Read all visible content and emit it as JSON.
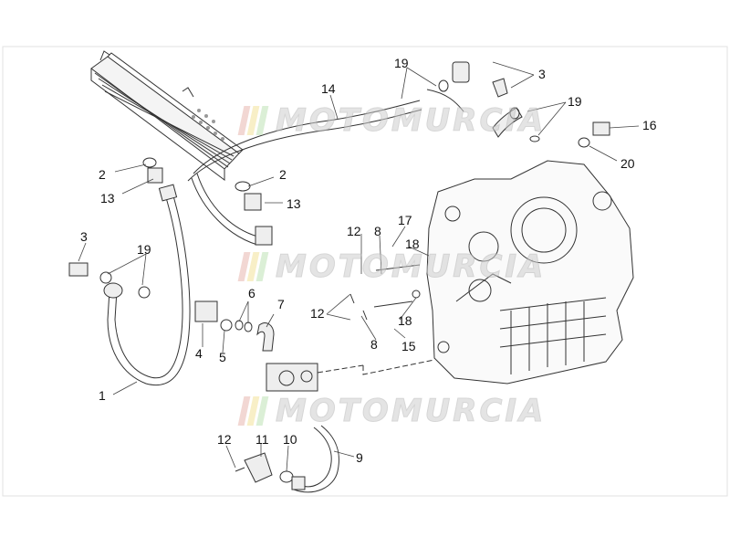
{
  "watermark": {
    "text": "MOTOMURCIA",
    "stripe_colors": [
      "#e8b8b0",
      "#f3e39a",
      "#bfe3b5"
    ]
  },
  "callouts": [
    {
      "id": "c19a",
      "label": "19"
    },
    {
      "id": "c3a",
      "label": "3"
    },
    {
      "id": "c19b",
      "label": "19"
    },
    {
      "id": "c14",
      "label": "14"
    },
    {
      "id": "c16",
      "label": "16"
    },
    {
      "id": "c20",
      "label": "20"
    },
    {
      "id": "c2a",
      "label": "2"
    },
    {
      "id": "c13a",
      "label": "13"
    },
    {
      "id": "c2b",
      "label": "2"
    },
    {
      "id": "c13b",
      "label": "13"
    },
    {
      "id": "c3b",
      "label": "3"
    },
    {
      "id": "c19c",
      "label": "19"
    },
    {
      "id": "c12a",
      "label": "12"
    },
    {
      "id": "c8a",
      "label": "8"
    },
    {
      "id": "c17",
      "label": "17"
    },
    {
      "id": "c18a",
      "label": "18"
    },
    {
      "id": "c6",
      "label": "6"
    },
    {
      "id": "c7",
      "label": "7"
    },
    {
      "id": "c12b",
      "label": "12"
    },
    {
      "id": "c18b",
      "label": "18"
    },
    {
      "id": "c8b",
      "label": "8"
    },
    {
      "id": "c15",
      "label": "15"
    },
    {
      "id": "c4",
      "label": "4"
    },
    {
      "id": "c5",
      "label": "5"
    },
    {
      "id": "c1",
      "label": "1"
    },
    {
      "id": "c12c",
      "label": "12"
    },
    {
      "id": "c10",
      "label": "10"
    },
    {
      "id": "c11",
      "label": "11"
    },
    {
      "id": "c9",
      "label": "9"
    }
  ]
}
